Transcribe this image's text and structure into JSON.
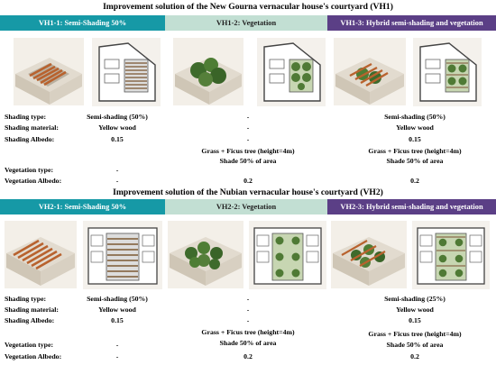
{
  "sections": [
    {
      "title": "Improvement solution of the New Gourna vernacular house's courtyard (VH1)",
      "tabs": [
        "VH1-1: Semi-Shading 50%",
        "VH1-2: Vegetation",
        "VH1-3: Hybrid semi-shading and vegetation"
      ],
      "row_labels": [
        "Shading type:",
        "Shading material:",
        "Shading Albedo:",
        "Vegetation type:",
        "Vegetation Albedo:"
      ],
      "col1": {
        "shading_type": "Semi-shading (50%)",
        "shading_material": "Yellow wood",
        "shading_albedo": "0.15",
        "vegetation_type": "-",
        "vegetation_albedo": "-"
      },
      "col2": {
        "shading_type": "-",
        "shading_material": "-",
        "shading_albedo": "-",
        "vegetation_type_l1": "Grass + Ficus tree (height=4m)",
        "vegetation_type_l2": "Shade 50% of area",
        "vegetation_albedo": "0.2"
      },
      "col3": {
        "shading_type": "Semi-shading (50%)",
        "shading_material": "Yellow wood",
        "shading_albedo": "0.15",
        "vegetation_type_l1": "Grass + Ficus tree (height=4m)",
        "vegetation_type_l2": "Shade 50% of area",
        "vegetation_albedo": "0.2"
      }
    },
    {
      "title": "Improvement solution of the Nubian vernacular house's courtyard (VH2)",
      "tabs": [
        "VH2-1: Semi-Shading 50%",
        "VH2-2: Vegetation",
        "VH2-3: Hybrid semi-shading and vegetation"
      ],
      "row_labels": [
        "Shading type:",
        "Shading material:",
        "Shading Albedo:",
        "Vegetation type:",
        "Vegetation Albedo:"
      ],
      "col1": {
        "shading_type": "Semi-shading (50%)",
        "shading_material": "Yellow wood",
        "shading_albedo": "0.15",
        "vegetation_type": "-",
        "vegetation_albedo": "-"
      },
      "col2": {
        "shading_type": "-",
        "shading_material": "-",
        "shading_albedo": "-",
        "vegetation_type_l1": "Grass + Ficus tree (height=4m)",
        "vegetation_type_l2": "Shade 50% of area",
        "vegetation_albedo": "0.2"
      },
      "col3": {
        "shading_type": "Semi-shading (25%)",
        "shading_material": "Yellow wood",
        "shading_albedo": "0.15",
        "vegetation_type_l1": "Grass + Ficus tree (height=4m)",
        "vegetation_type_l2": "Shade 50% of area",
        "vegetation_albedo": "0.2"
      }
    }
  ],
  "colors": {
    "tab1": "#1699a6",
    "tab2": "#c2dfd3",
    "tab3": "#5b3f86"
  }
}
